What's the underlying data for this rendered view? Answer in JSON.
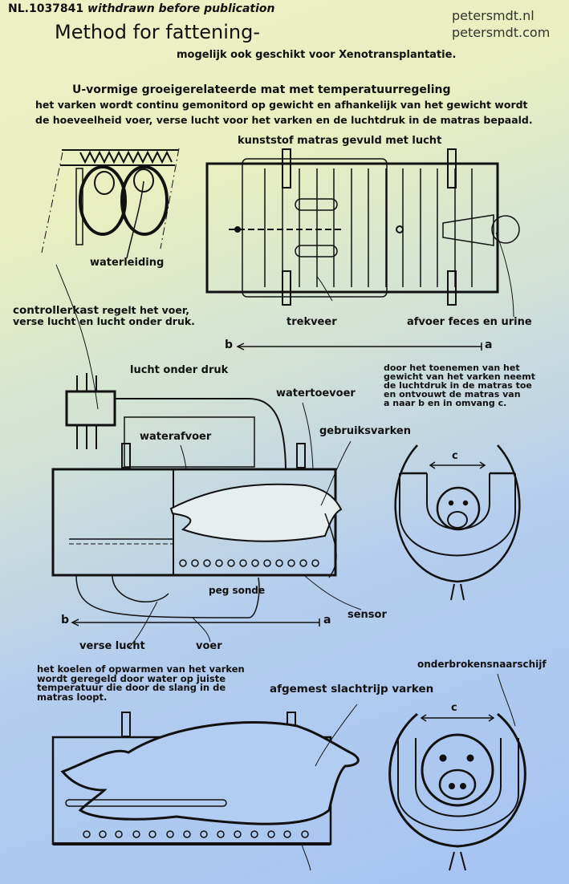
{
  "header": {
    "patent_number": "NL.1037841",
    "patent_status": "withdrawn before publication",
    "title": "Method for fattening-",
    "subtitle": "mogelijk ook geschikt voor Xenotransplantatie.",
    "site_nl": "petersmdt.nl",
    "site_com": "petersmdt.com"
  },
  "intro": {
    "heading": "U-vormige groeigerelateerde mat met temperatuurregeling",
    "line1": "het varken wordt continu gemonitord op gewicht en afhankelijk van het gewicht wordt",
    "line2": "de hoeveelheid voer, verse lucht voor het varken en de luchtdruk in de matras bepaald."
  },
  "labels": {
    "waterleiding": "waterleiding",
    "matras": "kunststof matras gevuld met lucht",
    "trekveer": "trekveer",
    "afvoer": "afvoer feces en urine",
    "controller_bold": "controllerkast",
    "controller_rest": " regelt het voer,",
    "controller_line2": "verse lucht en lucht onder druk.",
    "lucht_onder_druk": "lucht onder druk",
    "watertoevoer": "watertoevoer",
    "waterafvoer": "waterafvoer",
    "gebruiksvarken": "gebruiksvarken",
    "peg_sonde": "peg sonde",
    "sensor": "sensor",
    "verse_lucht": "verse lucht",
    "voer": "voer",
    "afgemest": "afgemest slachtrijp varken",
    "snaarschijf": "onderbrokensnaarschijf",
    "b": "b",
    "a": "a",
    "c": "c"
  },
  "notes": {
    "growth": [
      "door het toenemen van het",
      "gewicht van het varken neemt",
      "de luchtdruk in de matras toe",
      "en ontvouwt de matras van",
      "a naar b en in omvang c."
    ],
    "cooling": [
      "het koelen of opwarmen van het varken",
      "wordt geregeld door water op juiste",
      "temperatuur die door de slang in de",
      "matras loopt."
    ]
  }
}
